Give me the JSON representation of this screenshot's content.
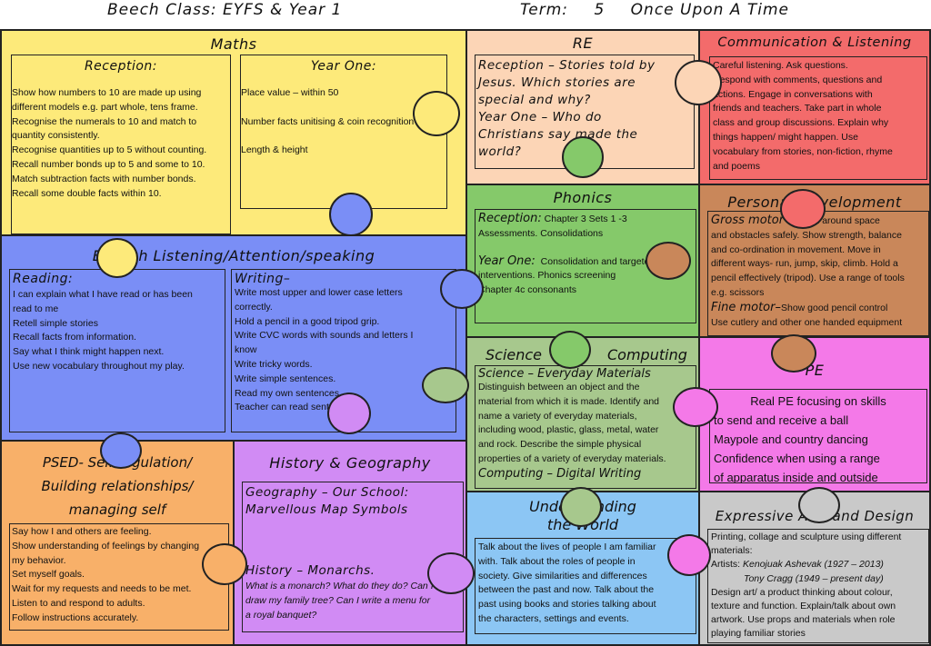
{
  "header": {
    "class_title": "Beech Class: EYFS & Year 1",
    "term_label": "Term:",
    "term_number": "5",
    "topic": "Once Upon A Time"
  },
  "maths": {
    "title": "Maths",
    "reception_heading": "Reception:",
    "reception_lines": [
      "Show how numbers to 10 are made up using",
      "different models e.g. part whole, tens frame.",
      "Recognise the numerals to 10 and match to",
      "quantity consistently.",
      "Recognise quantities up to 5 without counting.",
      "Recall number bonds up to 5 and some to 10.",
      "Match subtraction facts with number bonds.",
      "Recall some double facts within 10."
    ],
    "year_one_heading": "Year One:",
    "year_one_lines": [
      "Place value – within 50",
      "",
      "Number facts unitising & coin recognition",
      "",
      "Length & height"
    ]
  },
  "re": {
    "title": "RE",
    "lines": [
      "Reception – Stories told by",
      "Jesus. Which stories are",
      "special and why?",
      "Year One – Who do",
      "Christians say made the",
      "world?"
    ]
  },
  "communication": {
    "title": "Communication & Listening",
    "lines": [
      "Careful listening.  Ask questions.",
      "Respond with comments, questions and",
      "actions.  Engage in conversations with",
      "friends and teachers.  Take part in whole",
      "class and group discussions.  Explain why",
      "things happen/ might happen.  Use",
      "vocabulary from stories, non-fiction, rhyme",
      "and poems"
    ]
  },
  "phonics": {
    "title": "Phonics",
    "reception_label": "Reception:",
    "reception_text_1": "Chapter 3 Sets 1 -3",
    "reception_text_2": "Assessments.  Consolidations",
    "year_one_label": "Year One:",
    "year_one_text_1": "Consolidation and targeted",
    "year_one_text_2": "interventions. Phonics screening",
    "year_one_text_3": "Chapter 4c consonants"
  },
  "personal_development": {
    "title": "Personal Development",
    "gross_label": "Gross motor –",
    "gross_lines": [
      "travel around space",
      "and obstacles safely.  Show strength, balance",
      "and co-ordination in movement.  Move in",
      "different ways- run, jump, skip, climb.  Hold a",
      "pencil effectively (tripod). Use a range of tools",
      "e.g. scissors"
    ],
    "fine_label": "Fine motor–",
    "fine_text_1": "Show good pencil control",
    "fine_text_2": "Use cutlery and other one handed equipment"
  },
  "english": {
    "title": "English Listening/Attention/speaking",
    "reading_heading": "Reading:",
    "reading_lines": [
      "I can explain what I have read or has been",
      "read to me",
      "Retell simple stories",
      "Recall facts from information.",
      "Say what I think might happen next.",
      "Use new vocabulary throughout my play."
    ],
    "writing_heading": "Writing–",
    "writing_lines": [
      "Write most upper and lower case letters",
      "correctly.",
      "Hold a pencil in a good tripod grip.",
      "Write CVC words with sounds and letters I",
      "know",
      "Write tricky words.",
      "Write simple sentences.",
      "Read my own sentences.",
      "Teacher can read sentences."
    ]
  },
  "science": {
    "title_science": "Science",
    "title_computing": "Computing",
    "science_heading": "Science – Everyday Materials",
    "science_lines": [
      "Distinguish between an object and the",
      "material from which it is made. Identify and",
      "name a variety of everyday materials,",
      "including wood, plastic, glass, metal, water",
      "and rock. Describe the simple physical",
      "properties of a variety of everyday materials."
    ],
    "computing_heading": "Computing – Digital Writing"
  },
  "pe": {
    "title": "PE",
    "lines": [
      "Real PE focusing on skills",
      "to send and receive a ball",
      "Maypole and country dancing",
      "Confidence when using a range",
      "of apparatus inside and outside"
    ]
  },
  "psed": {
    "title_1": "PSED- Self regulation/",
    "title_2": "Building relationships/",
    "title_3": "managing self",
    "lines": [
      "Say how I and others are feeling.",
      "Show understanding of feelings by changing",
      "my behavior.",
      "Set myself goals.",
      "Wait for my requests and needs to be met.",
      "Listen to and respond to adults.",
      "Follow instructions accurately."
    ]
  },
  "history_geography": {
    "title": "History & Geography",
    "geography_1": "Geography – Our School:",
    "geography_2": "Marvellous Map Symbols",
    "history_heading": "History – Monarchs.",
    "history_lines": [
      "What is a monarch? What do they do? Can I",
      "draw my family tree?  Can I write a menu for",
      "a royal banquet?"
    ]
  },
  "understanding_world": {
    "title_1": "Understanding",
    "title_2": "the World",
    "lines": [
      "Talk about the lives of people I am familiar",
      "with. Talk about the roles of people in",
      "society. Give similarities and differences",
      "between the past and now. Talk about the",
      "past using books and stories talking about",
      "the characters, settings and events."
    ]
  },
  "expressive_arts": {
    "title": "Expressive Arts and Design",
    "intro_1": "Printing, collage and sculpture using different",
    "intro_2": "materials:",
    "artists_label": "Artists:",
    "artist_1": "Kenojuak Ashevak (1927 – 2013)",
    "artist_2": "Tony Cragg (1949 – present day)",
    "lines": [
      "Design art/ a product thinking about colour,",
      "texture and function. Explain/talk about own",
      "artwork.  Use props and materials when role",
      "playing familiar stories"
    ]
  },
  "colors": {
    "maths": "#fdea7a",
    "re": "#fcd5b6",
    "communication": "#f36b6b",
    "phonics": "#85c96a",
    "personal_development": "#c9875a",
    "english": "#7a8ef6",
    "science": "#a7c88d",
    "pe": "#f479e8",
    "psed": "#f8b069",
    "history_geography": "#d18bf4",
    "understanding_world": "#8cc6f4",
    "expressive_arts": "#c9c9c9"
  }
}
